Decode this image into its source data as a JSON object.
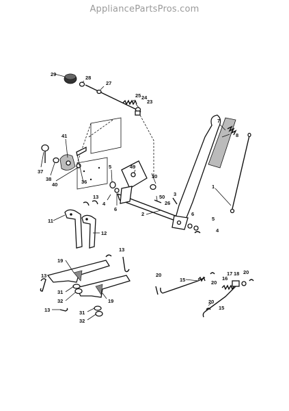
{
  "watermark": "AppliancePartsPros.com",
  "callouts": {
    "c1": "1",
    "c2": "2",
    "c3": "3",
    "c4a": "4",
    "c4b": "4",
    "c5a": "5",
    "c5b": "5",
    "c6a": "6",
    "c6b": "6",
    "c7": "7",
    "c8": "8",
    "c11": "11",
    "c12": "12",
    "c13a": "13",
    "c13b": "13",
    "c13c": "13",
    "c13d": "13",
    "c15a": "15",
    "c15b": "15",
    "c16": "16",
    "c17": "17",
    "c18": "18",
    "c19a": "19",
    "c19b": "19",
    "c20a": "20",
    "c20b": "20",
    "c20c": "20",
    "c20d": "20",
    "c23": "23",
    "c24": "24",
    "c25": "25",
    "c26": "26",
    "c27": "27",
    "c28": "28",
    "c29": "29",
    "c30": "30",
    "c31a": "31",
    "c31b": "31",
    "c32a": "32",
    "c32b": "32",
    "c36": "36",
    "c37": "37",
    "c38": "38",
    "c40": "40",
    "c41": "41",
    "c49": "49",
    "c50": "50"
  }
}
